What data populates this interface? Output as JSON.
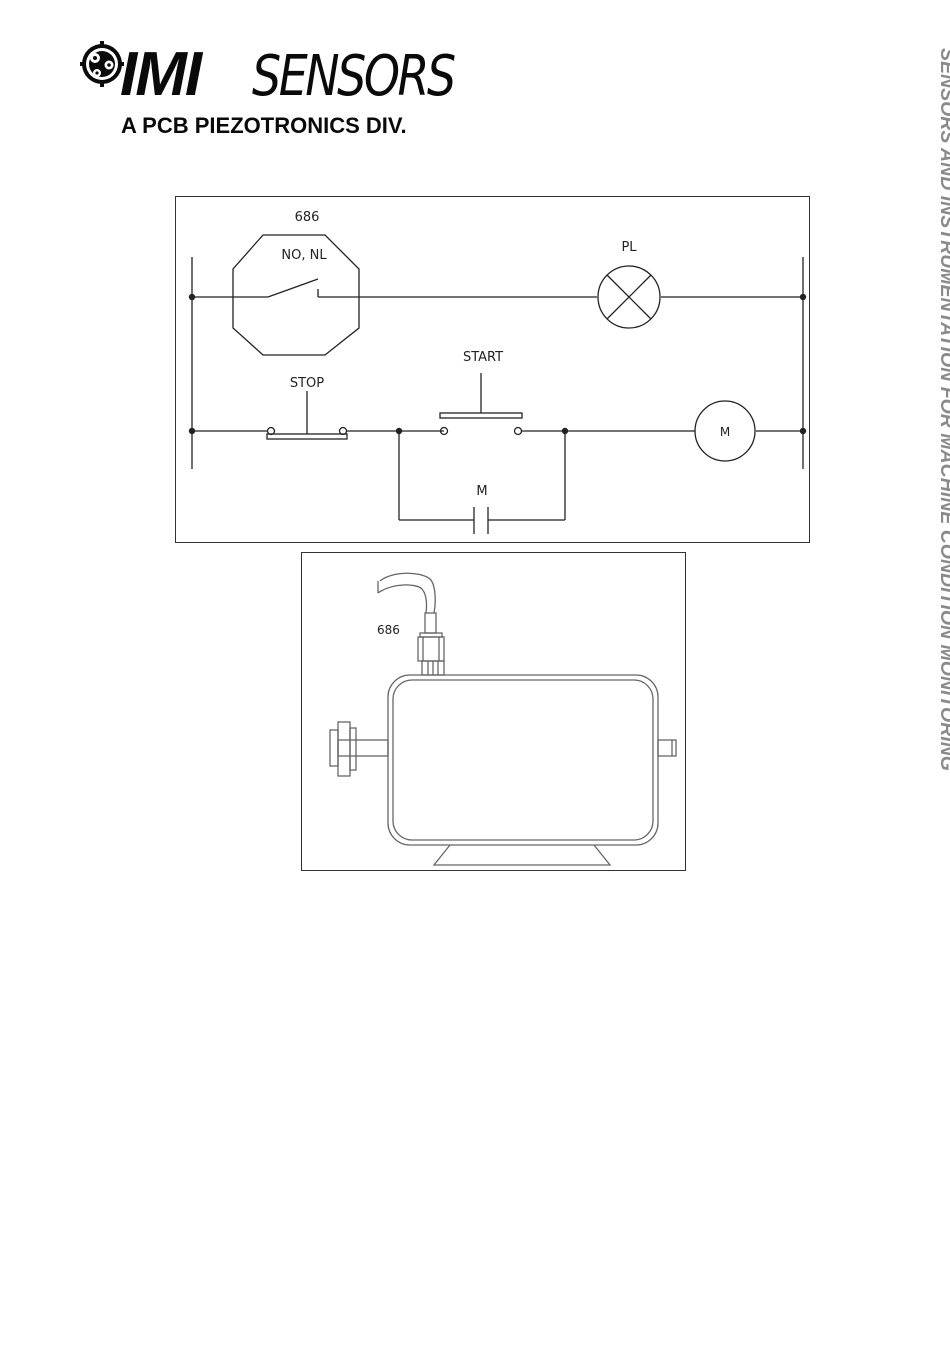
{
  "header": {
    "logo_brand_bold": "IMI",
    "logo_brand_light": "SENSORS",
    "logo_tagline": "A PCB PIEZOTRONICS DIV."
  },
  "side_title": "SENSORS AND INSTRUMENTATION FOR MACHINE CONDITION MONITORING",
  "ladder_diagram": {
    "switch_model": "686",
    "switch_contact": "NO, NL",
    "pilot_light": "PL",
    "start_button": "START",
    "stop_button": "STOP",
    "motor": "M",
    "holding_contact": "M"
  },
  "motor_drawing": {
    "sensor_label": "686"
  }
}
